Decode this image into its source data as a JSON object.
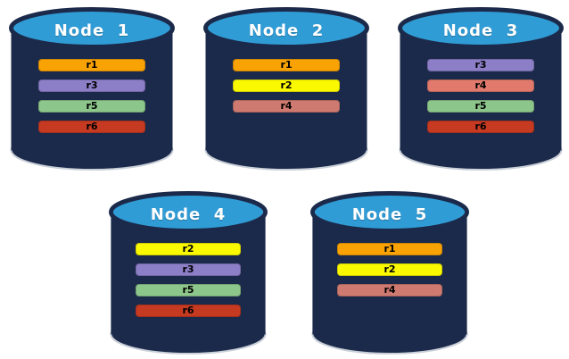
{
  "diagram": {
    "description": "Five database nodes with replicated partitions r1-r6",
    "background": "#FFFFFF"
  },
  "colors": {
    "cylinder_top": "#309CD6",
    "cylinder_body": "#1B2A4A",
    "cylinder_rim": "#C9CFD8",
    "title_text": "#FFFFFF",
    "bar_text": "#000000"
  },
  "nodes": [
    {
      "title": "Node  1",
      "replicas": [
        {
          "label": "r1",
          "color": "#F9A204"
        },
        {
          "label": "r3",
          "color": "#8C7EC7"
        },
        {
          "label": "r5",
          "color": "#8DC68B"
        },
        {
          "label": "r6",
          "color": "#C73A22"
        }
      ]
    },
    {
      "title": "Node  2",
      "replicas": [
        {
          "label": "r1",
          "color": "#F9A204"
        },
        {
          "label": "r2",
          "color": "#FBF900"
        },
        {
          "label": "r4",
          "color": "#CF7A70"
        }
      ]
    },
    {
      "title": "Node  3",
      "replicas": [
        {
          "label": "r3",
          "color": "#8C7EC7"
        },
        {
          "label": "r4",
          "color": "#E17A6C"
        },
        {
          "label": "r5",
          "color": "#8DC68B"
        },
        {
          "label": "r6",
          "color": "#C73A22"
        }
      ]
    },
    {
      "title": "Node  4",
      "replicas": [
        {
          "label": "r2",
          "color": "#FBF900"
        },
        {
          "label": "r3",
          "color": "#8C7EC7"
        },
        {
          "label": "r5",
          "color": "#8DC68B"
        },
        {
          "label": "r6",
          "color": "#C73A22"
        }
      ]
    },
    {
      "title": "Node  5",
      "replicas": [
        {
          "label": "r1",
          "color": "#F9A204"
        },
        {
          "label": "r2",
          "color": "#FBF900"
        },
        {
          "label": "r4",
          "color": "#CF7A70"
        }
      ]
    }
  ]
}
